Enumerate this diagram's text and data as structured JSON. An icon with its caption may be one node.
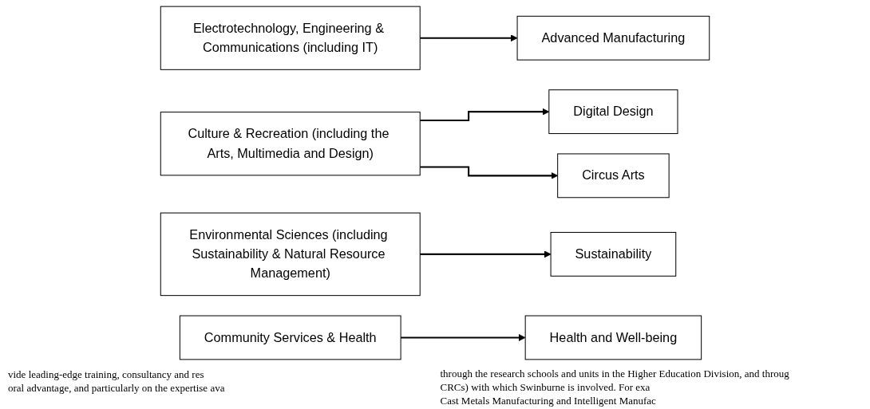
{
  "diagram": {
    "nodes": [
      {
        "text": [
          "Electrotechnology, Engineering & Communications (including IT)"
        ]
      },
      {
        "text": [
          "Advanced Manufacturing"
        ]
      },
      {
        "text": [
          "Culture & Recreation (including the Arts, Multimedia and Design)"
        ]
      },
      {
        "text": [
          "Digital Design"
        ]
      },
      {
        "text": [
          "Circus Arts"
        ]
      },
      {
        "text": [
          "Environmental Sciences (including Sustainability & Natural Resource Management)"
        ]
      },
      {
        "text": [
          "Sustainability"
        ]
      },
      {
        "text": [
          "Community Services & Health"
        ]
      },
      {
        "text": [
          "Health and Well-being"
        ]
      }
    ],
    "edges": [
      {
        "from": 0,
        "to": 1,
        "arrow": "to"
      },
      {
        "from": 2,
        "to": 3,
        "arrow": "to"
      },
      {
        "from": 2,
        "to": 4,
        "arrow": "to"
      },
      {
        "from": 5,
        "to": 6,
        "arrow": "to"
      },
      {
        "from": 7,
        "to": 8,
        "arrow": "to"
      }
    ],
    "labels": [
      "vide leading-edge training, consultancy and res",
      "oral advantage, and particularly on the expertise ava",
      "through the research schools and units in the Higher Education Division, and throug",
      "CRCs) with which Swinburne is involved. For exa",
      "Cast Metals Manufacturing and Intelligent Manufac"
    ]
  }
}
